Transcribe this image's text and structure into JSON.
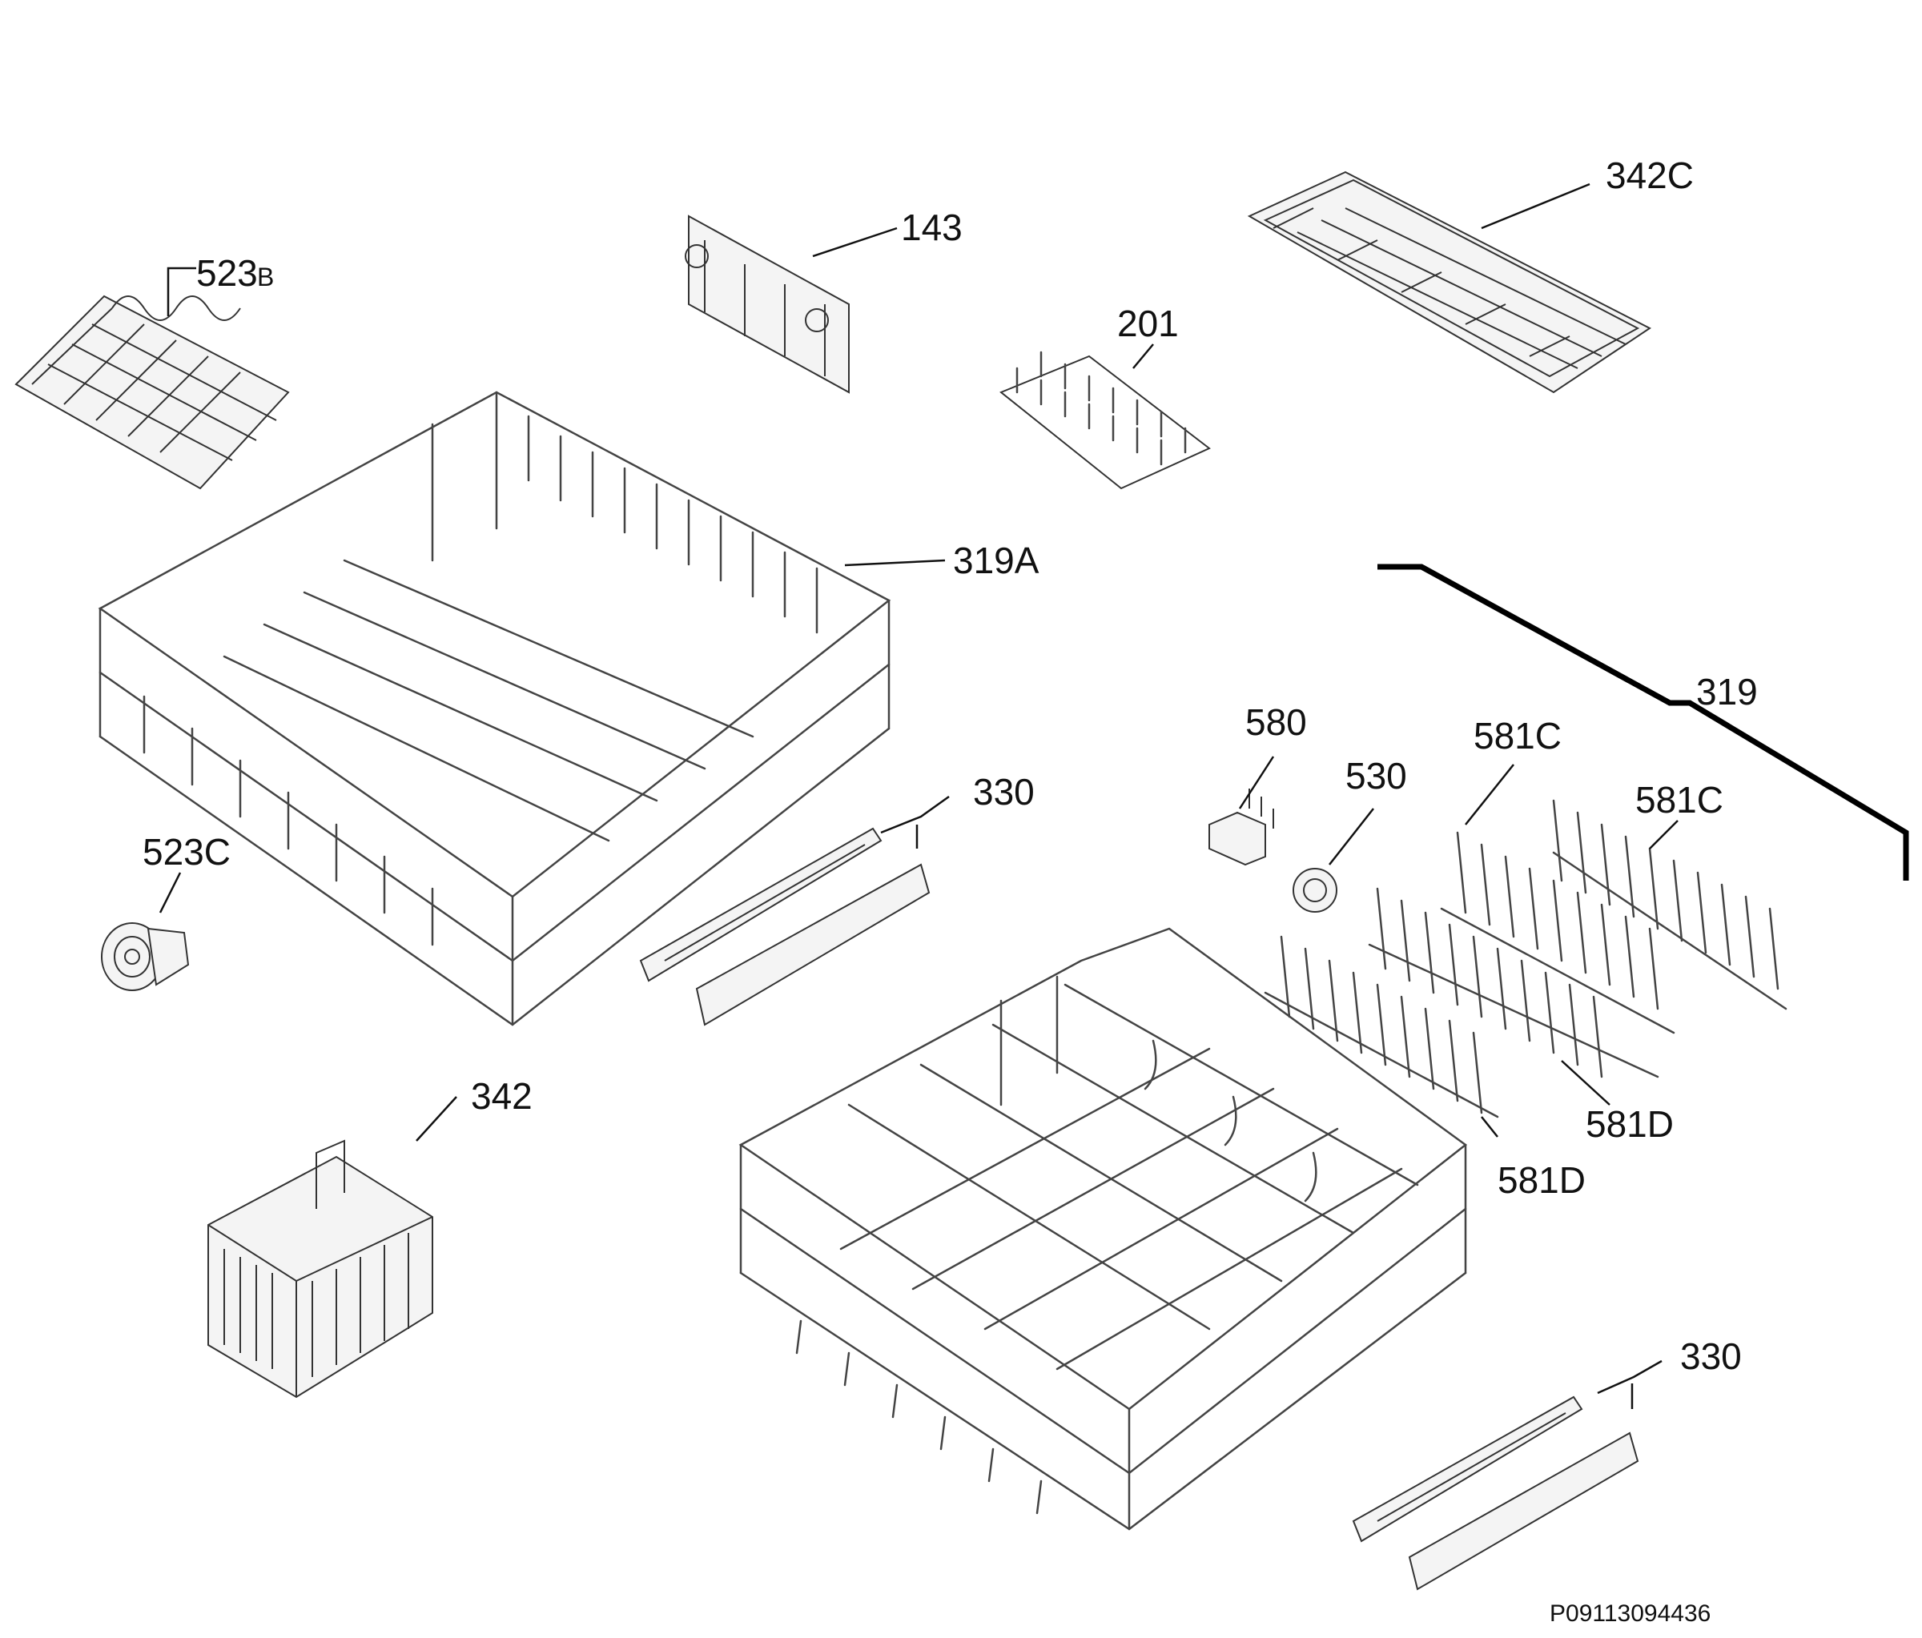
{
  "diagram": {
    "document_id": "P09113094436",
    "labels": {
      "l523b_main": "523",
      "l523b_suffix": "B",
      "l143": "143",
      "l342c": "342C",
      "l201": "201",
      "l319a": "319A",
      "l319": "319",
      "l580": "580",
      "l530": "530",
      "l581c_a": "581C",
      "l581c_b": "581C",
      "l330_top": "330",
      "l523c": "523C",
      "l342": "342",
      "l581d_a": "581D",
      "l581d_b": "581D",
      "l330_bottom": "330"
    }
  }
}
